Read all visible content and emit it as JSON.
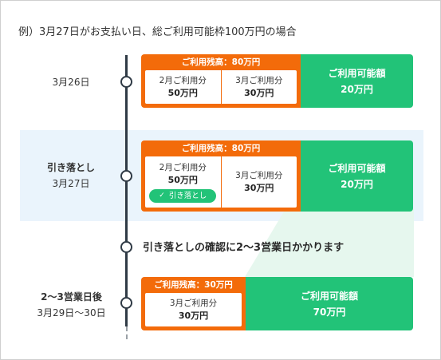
{
  "caption": "例）3月27日がお支払い日、総ご利用可能枠100万円の場合",
  "rows": [
    {
      "date": "3月26日",
      "balance_label": "ご利用残高：80万円",
      "cells": [
        {
          "label": "2月ご利用分",
          "amount": "50万円"
        },
        {
          "label": "3月ご利用分",
          "amount": "30万円"
        }
      ],
      "available_label": "ご利用可能額",
      "available_amount": "20万円"
    },
    {
      "title": "引き落とし",
      "date": "3月27日",
      "balance_label": "ご利用残高：80万円",
      "cells": [
        {
          "label": "2月ご利用分",
          "amount": "50万円",
          "badge": "引き落とし"
        },
        {
          "label": "3月ご利用分",
          "amount": "30万円"
        }
      ],
      "available_label": "ご利用可能額",
      "available_amount": "20万円"
    },
    {
      "title": "2〜3営業日後",
      "date": "3月29日〜30日",
      "balance_label": "ご利用残高：30万円",
      "cells": [
        {
          "label": "3月ご利用分",
          "amount": "30万円"
        }
      ],
      "available_label": "ご利用可能額",
      "available_amount": "70万円"
    }
  ],
  "note": "引き落としの確認に2〜3営業日かかります",
  "colors": {
    "orange": "#f36b0a",
    "green": "#22c378",
    "highlight": "#eaf4fc",
    "timeline": "#2f3a45"
  }
}
